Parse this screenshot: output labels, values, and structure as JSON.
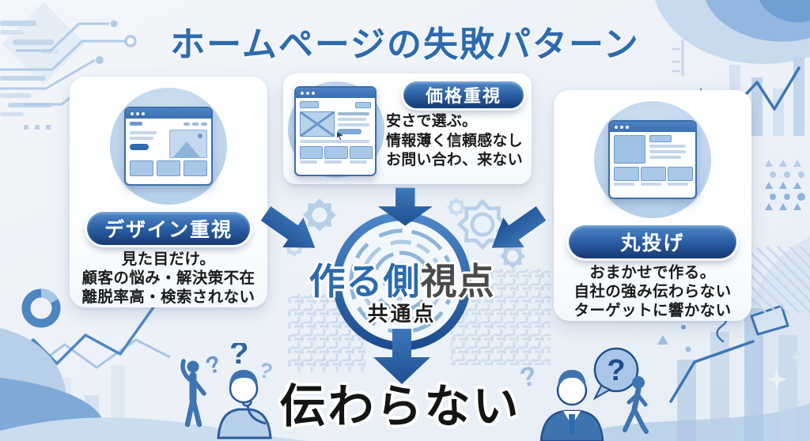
{
  "title": "ホームページの失敗パターン",
  "cards": {
    "design": {
      "label": "デザイン重視",
      "lines": [
        "見た目だけ。",
        "顧客の悩み・解決策不在",
        "離脱率高・検索されない"
      ]
    },
    "price": {
      "label": "価格重視",
      "lines": [
        "安さで選ぶ。",
        "情報薄く信頼感なし",
        "お問い合わ、来ない"
      ]
    },
    "outsource": {
      "label": "丸投げ",
      "lines": [
        "おまかせで作る。",
        "自社の強み伝わらない",
        "ターゲットに響かない"
      ]
    }
  },
  "center": {
    "headline_blue": "作る側",
    "headline_dark": "視点",
    "subline": "共通点"
  },
  "conclusion": "伝わらない",
  "icons": {
    "question_mark": "?"
  },
  "colors": {
    "title_blue": "#2d6bae",
    "pill_top": "#5189c9",
    "pill_bottom": "#153a73",
    "arrow_blue": "#2d6cad",
    "ring_dark": "#1c4c8e",
    "body_text": "#1b1b1b",
    "deco_light_blue": "#b9cfe8"
  }
}
